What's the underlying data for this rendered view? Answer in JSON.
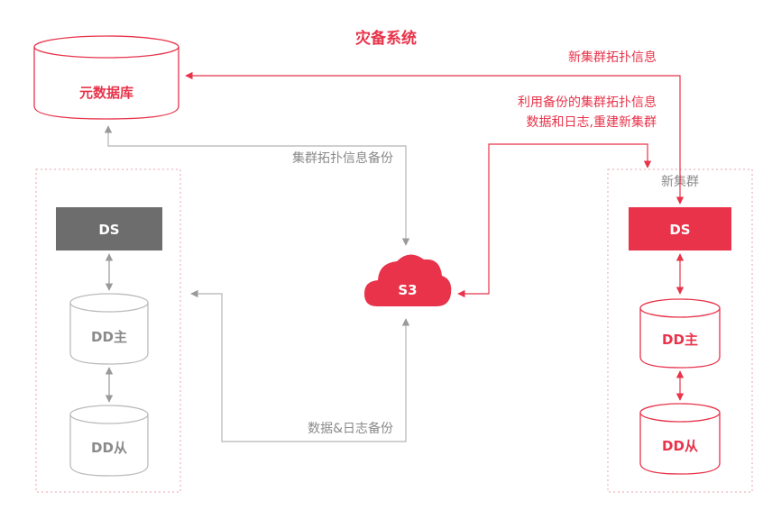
{
  "title": "灾备系统",
  "colors": {
    "accent": "#e8334a",
    "gray": "#8a8a8a",
    "dark_box": "#6d6d6d",
    "line": "#b5b5b5"
  },
  "nodes": {
    "metadata_db": "元数据库",
    "s3": "S3",
    "old_cluster": {
      "ds": "DS",
      "dd_master": "DD主",
      "dd_slave": "DD从"
    },
    "new_cluster": {
      "label": "新集群",
      "ds": "DS",
      "dd_master": "DD主",
      "dd_slave": "DD从"
    }
  },
  "edges": {
    "topology_backup": "集群拓扑信息备份",
    "data_log_backup": "数据&日志备份",
    "new_topology": "新集群拓扑信息",
    "rebuild_line1": "利用备份的集群拓扑信息",
    "rebuild_line2": "数据和日志,重建新集群"
  }
}
